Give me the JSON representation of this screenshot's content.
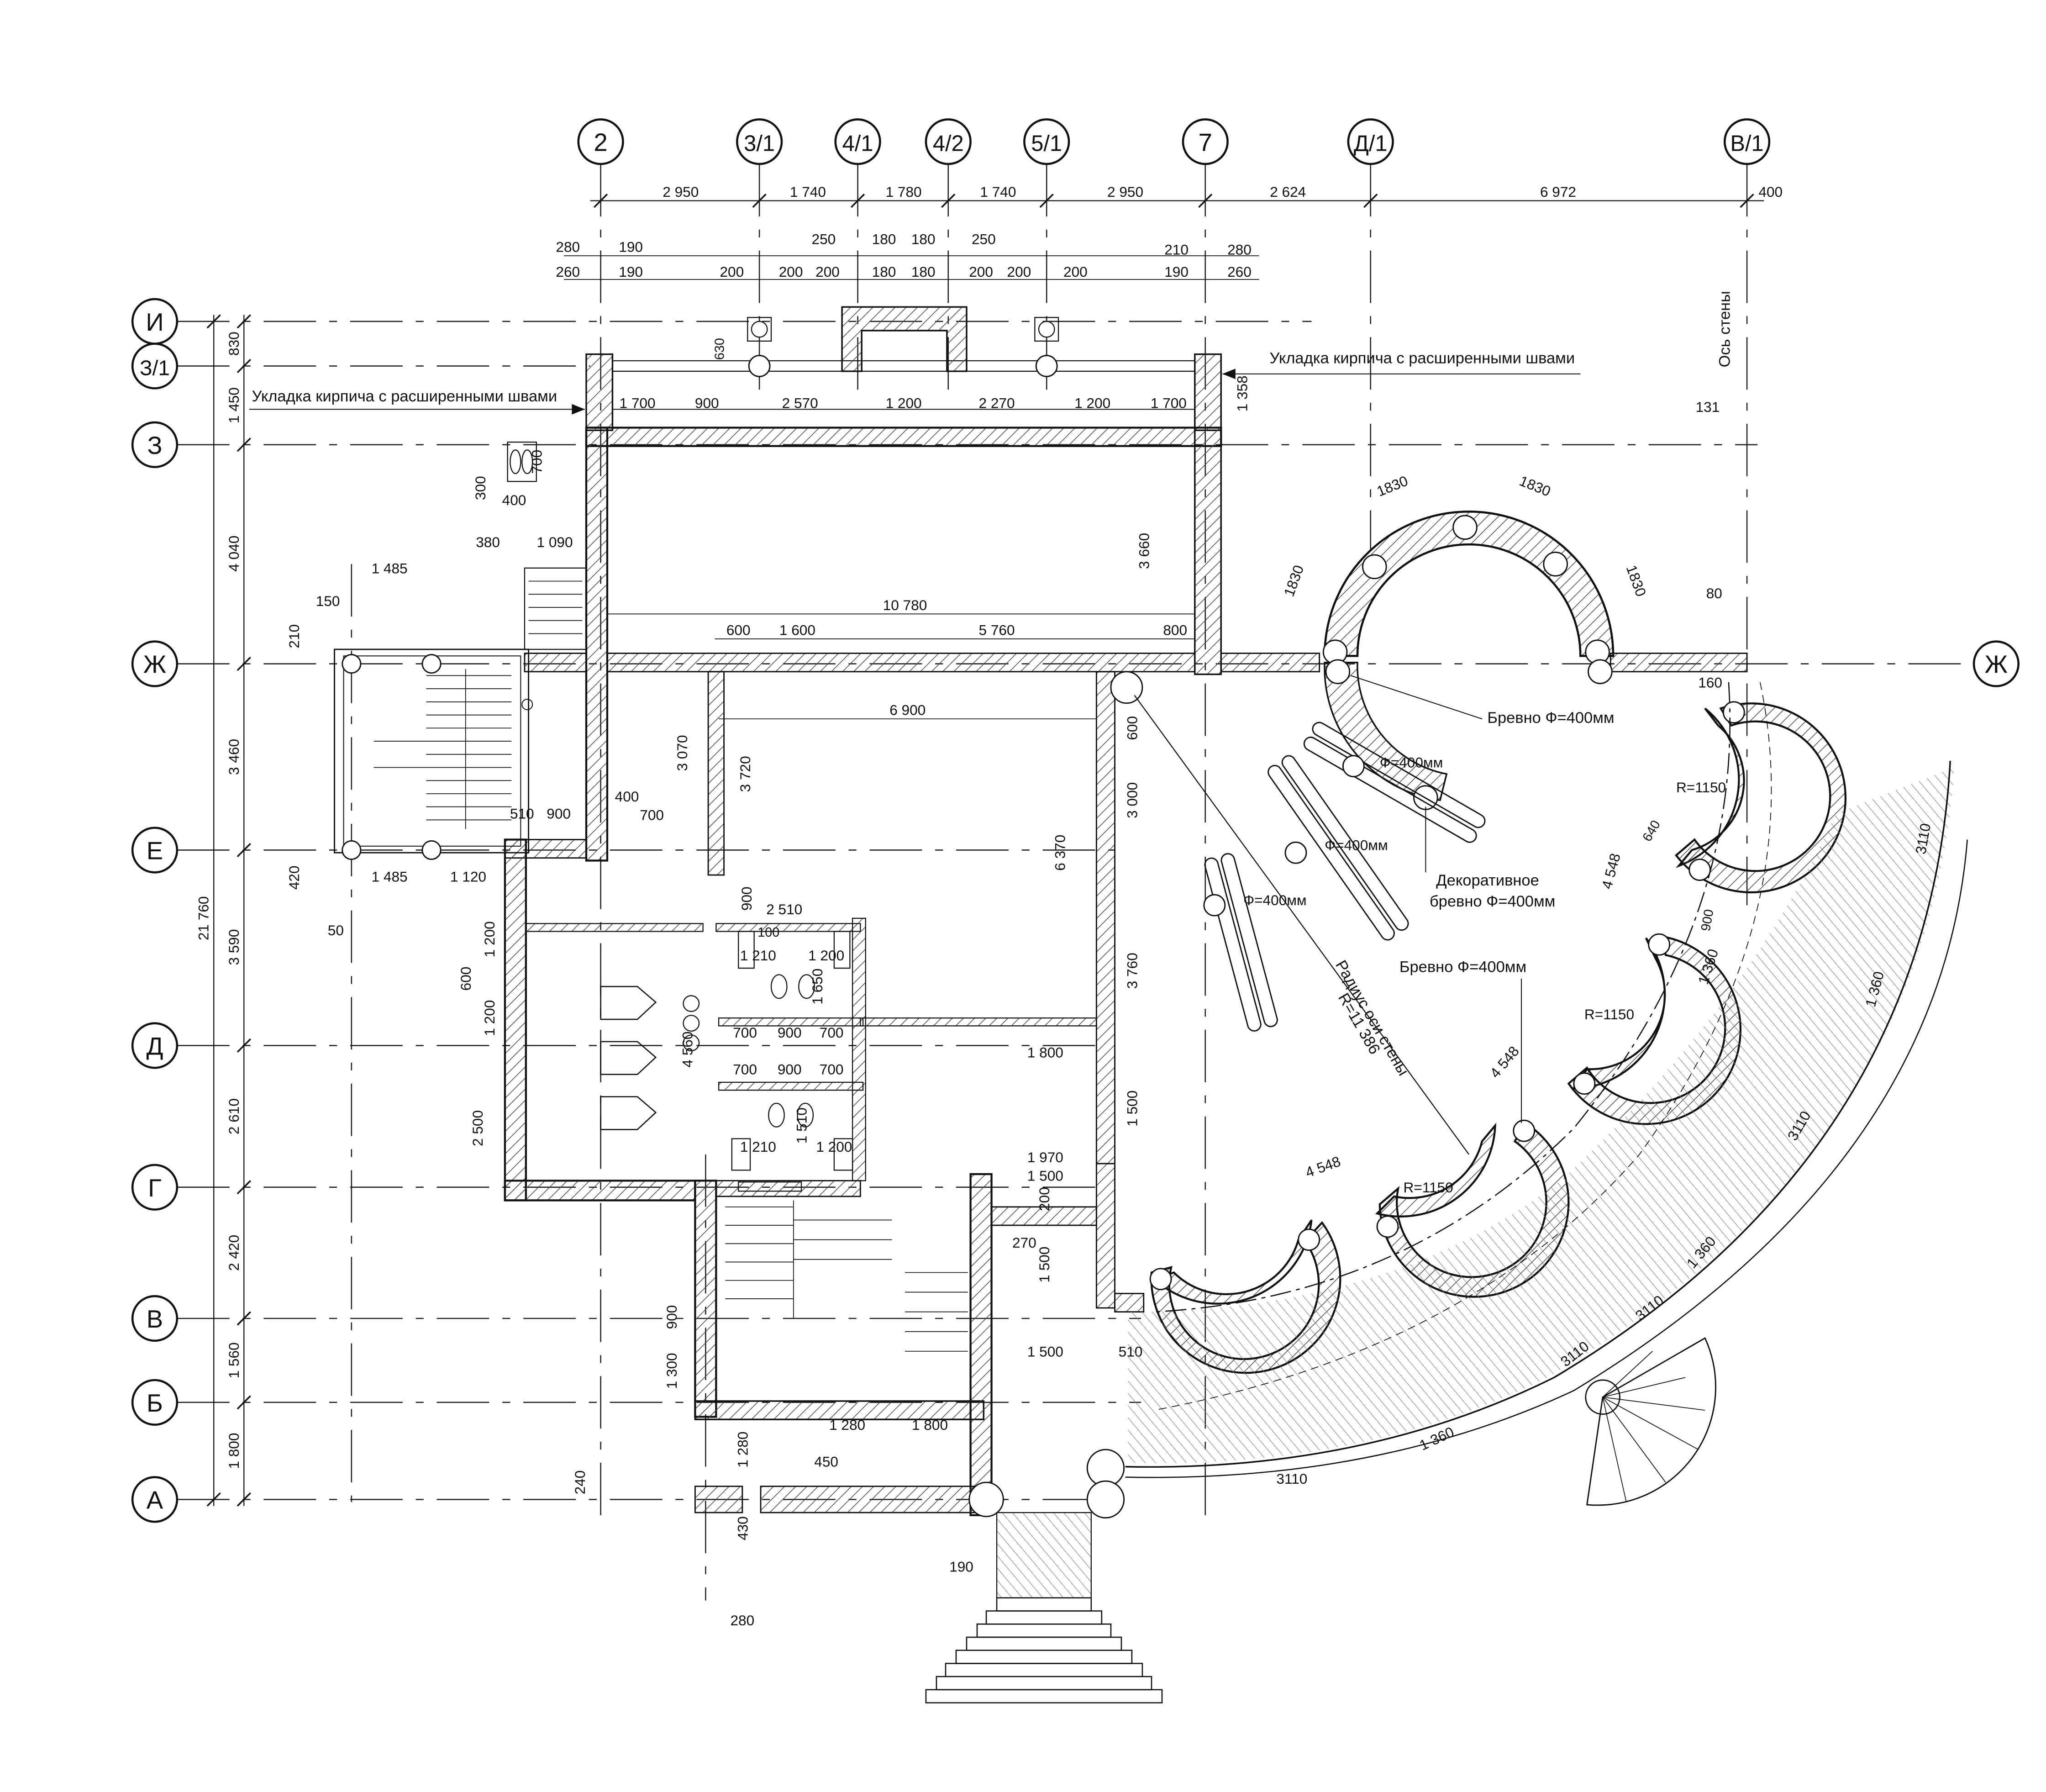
{
  "drawing": {
    "axes_top": [
      "2",
      "3/1",
      "4/1",
      "4/2",
      "5/1",
      "7",
      "Д/1",
      "В/1"
    ],
    "axes_left": [
      "И",
      "З/1",
      "З",
      "Ж",
      "Е",
      "Д",
      "Г",
      "В",
      "Б",
      "А"
    ],
    "axis_right": "Ж",
    "top_dims_row1": [
      "2 950",
      "1 740",
      "1 780",
      "1 740",
      "2 950",
      "2 624",
      "6 972",
      "400"
    ],
    "top_dims_row2": [
      "280",
      "190",
      "250",
      "180",
      "180",
      "250",
      "210",
      "280"
    ],
    "top_dims_row3": [
      "260",
      "190",
      "200",
      "200",
      "200",
      "180",
      "180",
      "200",
      "200",
      "200",
      "190",
      "260"
    ],
    "facade_dims": [
      "1 700",
      "900",
      "2 570",
      "1 200",
      "2 270",
      "1 200",
      "1 700"
    ],
    "left_dims_col": [
      "830",
      "1 450",
      "4 040",
      "3 460",
      "3 590",
      "2 610",
      "2 420",
      "1 560",
      "1 800"
    ],
    "overall_dim": "21 760",
    "notes": {
      "brick_left": "Укладка кирпича с расширенными швами",
      "brick_right": "Укладка кирпича с расширенными швами",
      "wall_axis": "Ось стены",
      "log_1": "Бревно Ф=400мм",
      "log_2": "Бревно Ф=400мм",
      "phi_1": "Ф=400мм",
      "phi_2": "Ф=400мм",
      "phi_3": "Ф=400мм",
      "decor_1": "Декоративное",
      "decor_2": "бревно Ф=400мм",
      "radius_1": "Радиус оси стены",
      "radius_2": "R=11 386"
    },
    "semicircle_dims": [
      "1830",
      "1830",
      "1830",
      "1830"
    ],
    "r_labels": [
      "R=1150",
      "R=1150",
      "R=1150"
    ],
    "chord_dims": [
      "4 548",
      "4 548",
      "4 548"
    ],
    "outer_dims": [
      "3110",
      "3110",
      "3110",
      "3110",
      "3110",
      "1 360",
      "1 360",
      "1 360",
      "1 360"
    ],
    "interior_dims": {
      "d10780": "10 780",
      "d600": "600",
      "d1600": "1 600",
      "d5760": "5 760",
      "d800": "800",
      "d6900": "6 900",
      "d3660": "3 660",
      "d3720": "3 720",
      "d3070": "3 070",
      "d6370": "6 370",
      "d3000": "3 000",
      "d600b": "600",
      "d3760": "3 760",
      "d1500": "1 500",
      "d1800": "1 800",
      "d1970": "1 970",
      "d1500b": "1 500",
      "d200": "200",
      "d270": "270",
      "d1500c": "1 500",
      "d1500d": "1 500",
      "d510": "510",
      "d1280": "1 280",
      "d1800b": "1 800",
      "d450": "450",
      "d1280v": "1 280",
      "d900v": "900",
      "d1300v": "1 300",
      "d2510": "2 510",
      "d900a": "900",
      "d4560": "4 560",
      "d1200a": "1 200",
      "d600c": "600",
      "d1200b": "1 200",
      "d2500": "2 500",
      "d700a": "700",
      "d900b": "900",
      "d700b": "700",
      "d700c": "700",
      "d900c": "900",
      "d700d": "700",
      "d1210a": "1 210",
      "d1200c": "1 200",
      "d1210b": "1 210",
      "d1200d": "1 200",
      "d1650": "1 650",
      "d1510": "1 510",
      "d100s": "100",
      "d400": "400",
      "d700e": "700",
      "d510b": "510",
      "d900d": "900",
      "d1120": "1 120",
      "d1485a": "1 485",
      "d1485b": "1 485",
      "d150": "150",
      "d380": "380",
      "d1090": "1 090",
      "d1358": "1 358",
      "d131": "131",
      "d160": "160",
      "d640": "640",
      "d900e": "900",
      "d630": "630",
      "d300": "300",
      "d700f": "700",
      "d400b": "400",
      "d240": "240",
      "d190": "190",
      "d280": "280",
      "d430": "430",
      "d420": "420",
      "d50": "50",
      "d210": "210",
      "d80": "80"
    }
  }
}
